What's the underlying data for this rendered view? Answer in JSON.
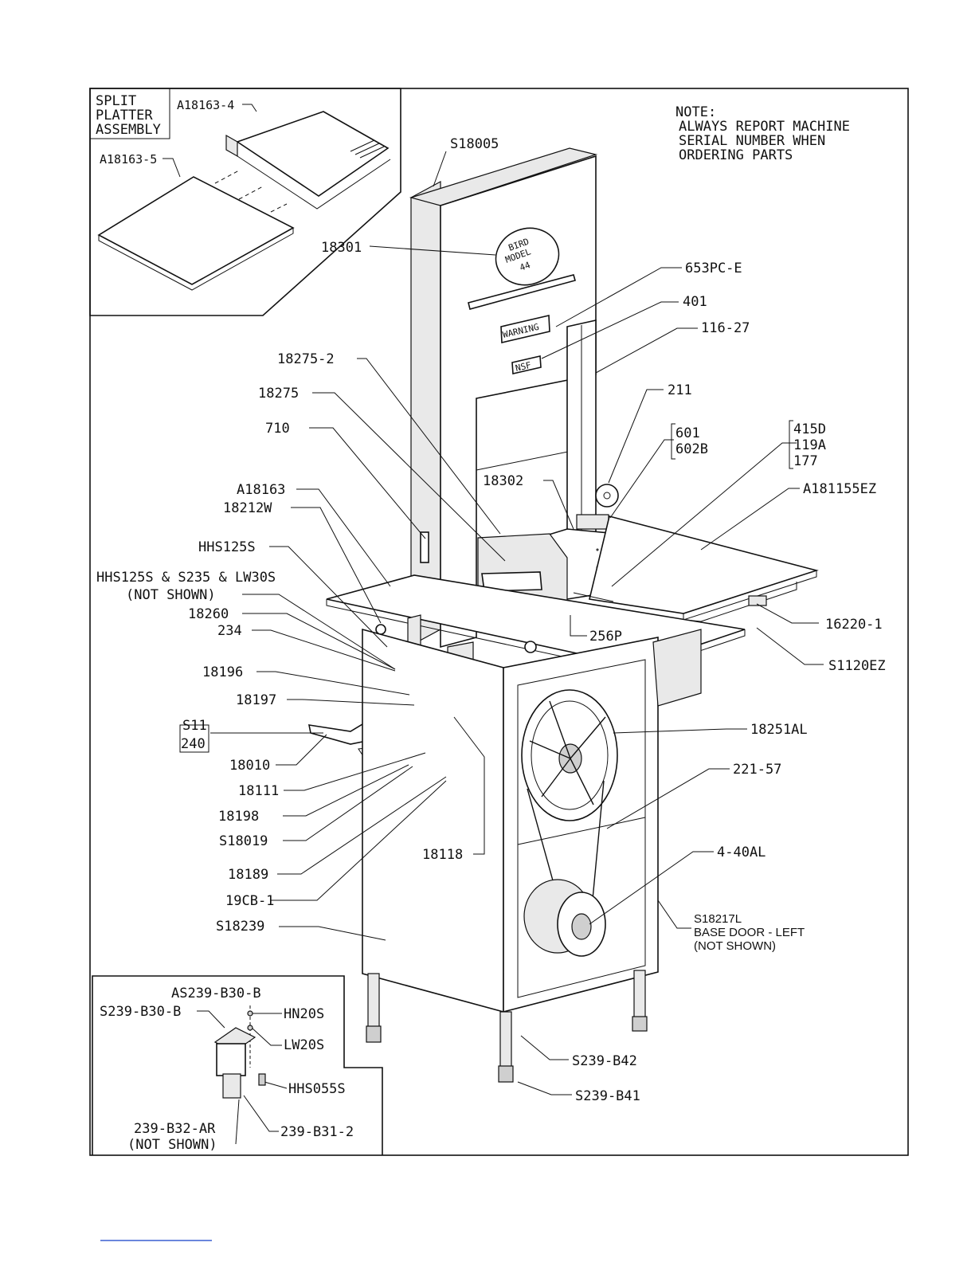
{
  "note": {
    "heading": "NOTE:",
    "lines": [
      "ALWAYS REPORT MACHINE",
      "SERIAL NUMBER WHEN",
      "ORDERING PARTS"
    ]
  },
  "inset_split_platter": {
    "title_lines": [
      "SPLIT",
      "PLATTER",
      "ASSEMBLY"
    ],
    "labels": [
      "A18163-4",
      "A18163-5"
    ]
  },
  "inset_leg": {
    "title": "AS239-B30-B",
    "labels": [
      "S239-B30-B",
      "HN20S",
      "LW20S",
      "HHS055S",
      "239-B31-2"
    ],
    "not_shown": [
      "239-B32-AR",
      "(NOT SHOWN)"
    ]
  },
  "machine_plates": {
    "logo_lines": [
      "BIRD",
      "MODEL",
      "44"
    ],
    "warning": "WARNING",
    "nsf": "NSF"
  },
  "callouts": {
    "s18005": "S18005",
    "c18301": "18301",
    "c653pce": "653PC-E",
    "c401": "401",
    "c116_27": "116-27",
    "c18275_2": "18275-2",
    "c18275": "18275",
    "c211": "211",
    "c601": "601",
    "c602b": "602B",
    "c415d": "415D",
    "c119a": "119A",
    "c177": "177",
    "c710": "710",
    "c18302": "18302",
    "a181155ez": "A181155EZ",
    "a18163": "A18163",
    "c18212w": "18212W",
    "hhs125s": "HHS125S",
    "hhs_combo": "HHS125S & S235 & LW30S",
    "not_shown": "(NOT SHOWN)",
    "c18260": "18260",
    "c234": "234",
    "c256p": "256P",
    "c16220_1": "16220-1",
    "s1120ez": "S1120EZ",
    "c18196": "18196",
    "c18197": "18197",
    "s11": "S11",
    "c240": "240",
    "c18251al": "18251AL",
    "c18010": "18010",
    "c221_57": "221-57",
    "c18111": "18111",
    "c18198": "18198",
    "s18019": "S18019",
    "c4_40al": "4-40AL",
    "c18189": "18189",
    "c18118": "18118",
    "c19cb1": "19CB-1",
    "s18239": "S18239",
    "s18217l": "S18217L",
    "base_door_left": "BASE DOOR - LEFT",
    "base_door_not_shown": "(NOT SHOWN)",
    "s239b42": "S239-B42",
    "s239b41": "S239-B41"
  }
}
